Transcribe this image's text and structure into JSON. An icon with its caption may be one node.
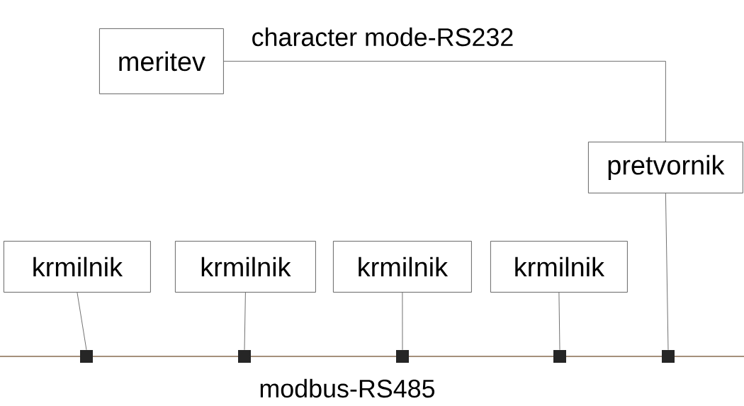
{
  "diagram": {
    "nodes": [
      {
        "text": [
          "meritev"
        ]
      },
      {
        "text": [
          "pretvornik"
        ]
      },
      {
        "text": [
          "krmilnik"
        ]
      },
      {
        "text": [
          "krmilnik"
        ]
      },
      {
        "text": [
          "krmilnik"
        ]
      },
      {
        "text": [
          "krmilnik"
        ]
      },
      {
        "text": [],
        "shape": "bar",
        "beside": [
          "modbus-RS485"
        ]
      },
      {
        "text": [],
        "shape": "box"
      },
      {
        "text": [],
        "shape": "box"
      },
      {
        "text": [],
        "shape": "box"
      },
      {
        "text": [],
        "shape": "box"
      },
      {
        "text": [],
        "shape": "box"
      }
    ],
    "edges": [
      {
        "from": 0,
        "to": 1,
        "arrow": "none",
        "label": "character mode-RS232"
      },
      {
        "from": 2,
        "to": 7,
        "arrow": "none"
      },
      {
        "from": 3,
        "to": 8,
        "arrow": "none"
      },
      {
        "from": 4,
        "to": 9,
        "arrow": "none"
      },
      {
        "from": 5,
        "to": 10,
        "arrow": "none"
      },
      {
        "from": 1,
        "to": 11,
        "arrow": "none"
      }
    ]
  }
}
